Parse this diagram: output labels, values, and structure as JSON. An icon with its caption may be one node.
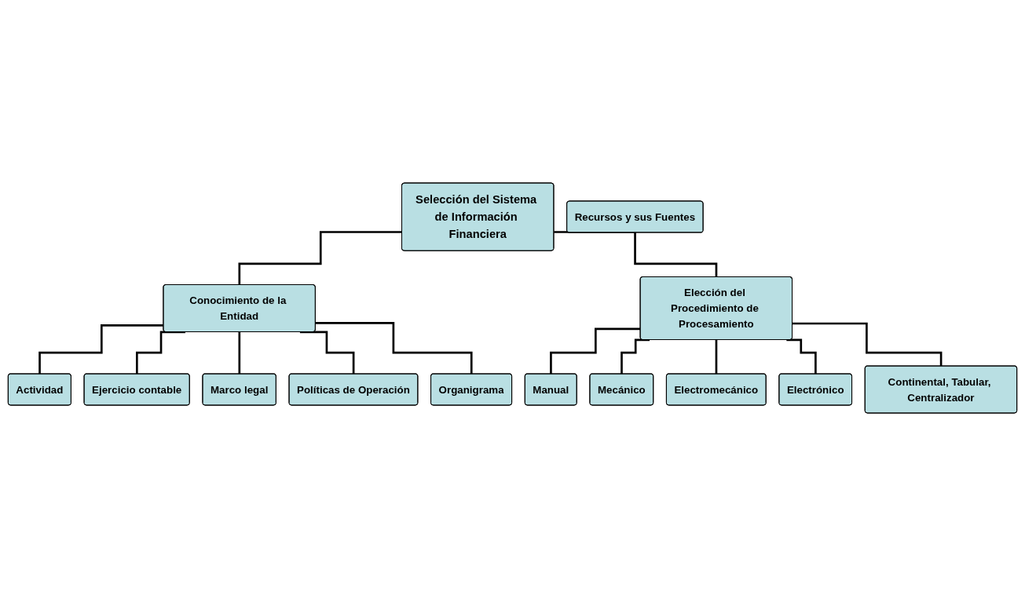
{
  "diagram": {
    "nodes": [
      {
        "text": [
          "Selección del Sistema de Información Financiera"
        ]
      },
      {
        "text": [
          "Conocimiento de la Entidad"
        ]
      },
      {
        "text": [
          "Actividad"
        ]
      },
      {
        "text": [
          "Marco legal"
        ]
      },
      {
        "text": [
          "Ejercicio contable"
        ]
      },
      {
        "text": [
          "Políticas de Operación"
        ]
      },
      {
        "text": [
          "Recursos y sus Fuentes"
        ]
      },
      {
        "text": [
          "Organigrama"
        ]
      },
      {
        "text": [
          "Elección del Procedimiento de Procesamiento"
        ]
      },
      {
        "text": [
          "Manual"
        ]
      },
      {
        "text": [
          "Mecánico"
        ]
      },
      {
        "text": [
          "Electromecánico"
        ]
      },
      {
        "text": [
          "Electrónico"
        ]
      },
      {
        "text": [
          "Continental, Tabular, Centralizador"
        ]
      }
    ],
    "edges": [
      {
        "from": 0,
        "to": 1,
        "arrow": "none"
      },
      {
        "from": 0,
        "to": 8,
        "arrow": "none"
      },
      {
        "from": 1,
        "to": 2,
        "arrow": "none"
      },
      {
        "from": 1,
        "to": 4,
        "arrow": "none"
      },
      {
        "from": 1,
        "to": 3,
        "arrow": "none"
      },
      {
        "from": 1,
        "to": 5,
        "arrow": "none"
      },
      {
        "from": 1,
        "to": 7,
        "arrow": "none"
      },
      {
        "from": 8,
        "to": 9,
        "arrow": "none"
      },
      {
        "from": 8,
        "to": 10,
        "arrow": "none"
      },
      {
        "from": 8,
        "to": 11,
        "arrow": "none"
      },
      {
        "from": 8,
        "to": 12,
        "arrow": "none"
      },
      {
        "from": 8,
        "to": 13,
        "arrow": "none"
      }
    ]
  }
}
